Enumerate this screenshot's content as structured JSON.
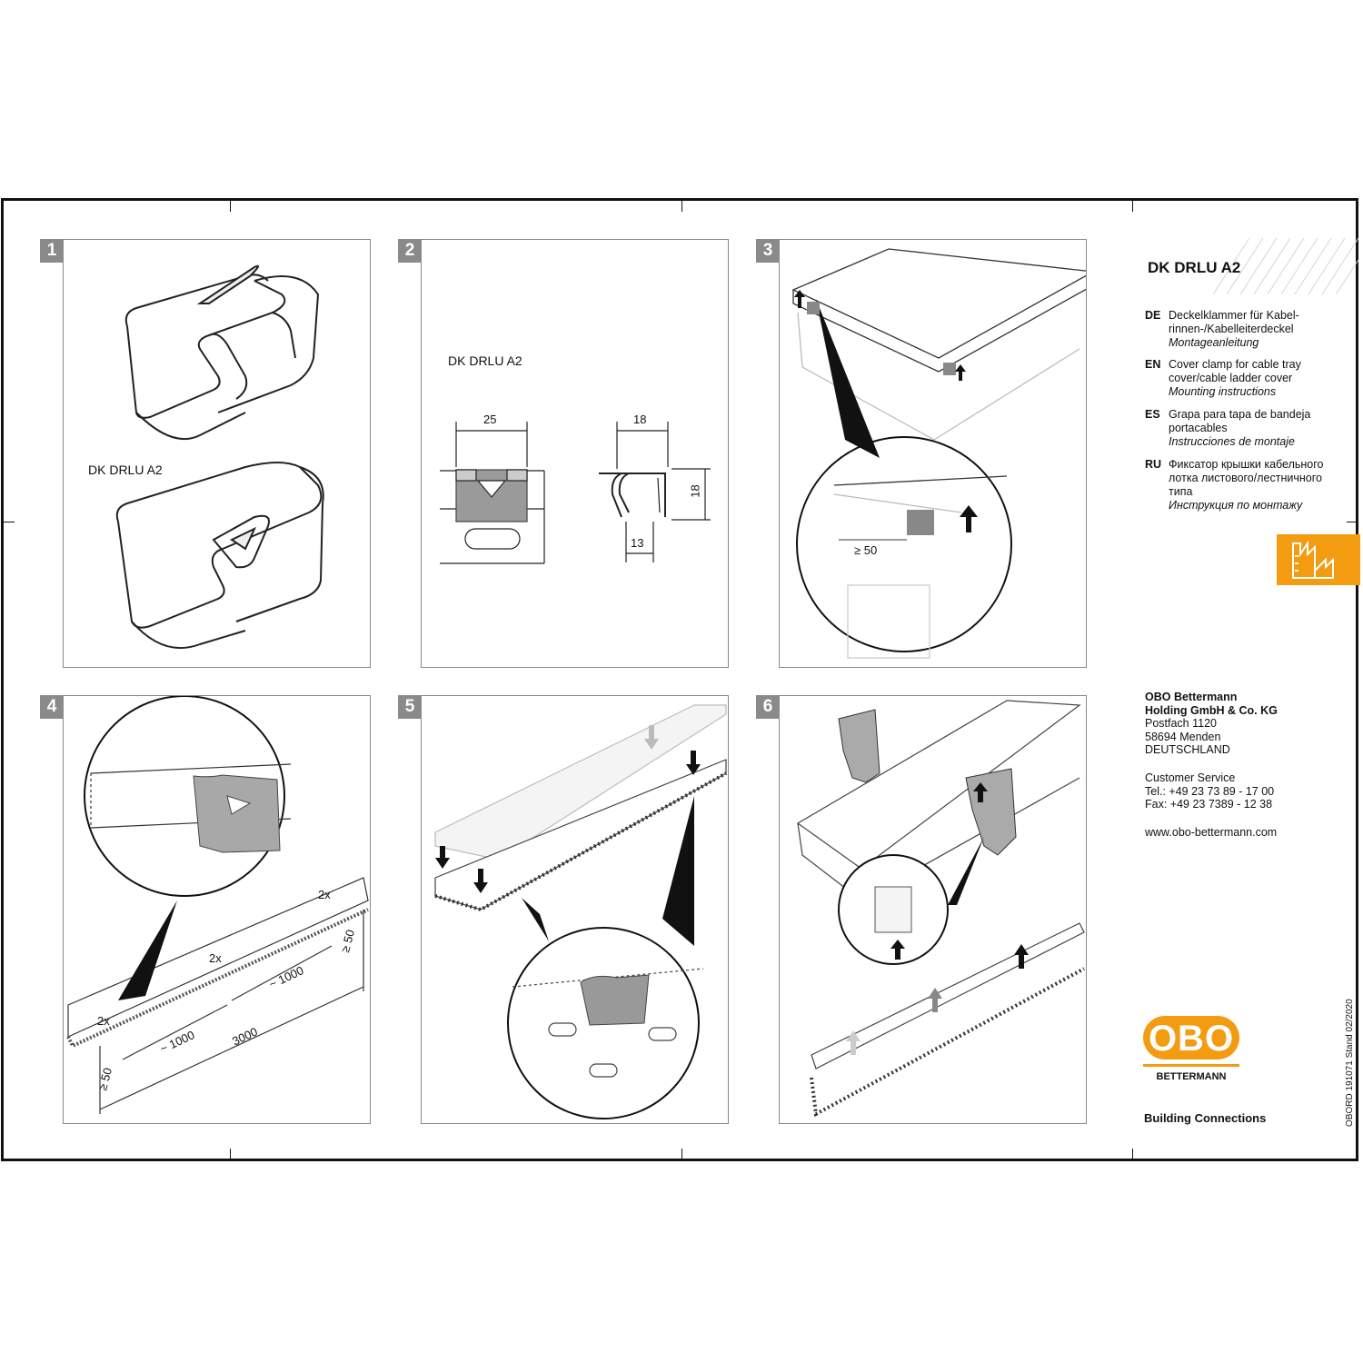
{
  "product_title": "DK DRLU A2",
  "steps": [
    {
      "number": "1",
      "label": "DK DRLU A2"
    },
    {
      "number": "2",
      "label": "DK DRLU A2",
      "dims": {
        "width": "25",
        "side_width": "18",
        "height": "18",
        "depth": "13"
      }
    },
    {
      "number": "3",
      "dim": "≥ 50"
    },
    {
      "number": "4",
      "labels": [
        "2x",
        "2x",
        "2x",
        "~ 1000",
        "~ 1000",
        "3000",
        "≥ 50",
        "≥ 50"
      ]
    },
    {
      "number": "5"
    },
    {
      "number": "6"
    }
  ],
  "languages": [
    {
      "code": "DE",
      "lines": [
        "Deckelklammer für Kabel-",
        "rinnen-/Kabelleiterdeckel"
      ],
      "subtitle": "Montageanleitung"
    },
    {
      "code": "EN",
      "lines": [
        "Cover clamp for cable tray",
        "cover/cable ladder cover"
      ],
      "subtitle": "Mounting instructions"
    },
    {
      "code": "ES",
      "lines": [
        "Grapa para tapa de bandeja",
        "portacables"
      ],
      "subtitle": "Instrucciones de montaje"
    },
    {
      "code": "RU",
      "lines": [
        "Фиксатор крышки кабельного",
        "лотка листового/лестничного",
        "типа"
      ],
      "subtitle": "Инструкция по монтажу"
    }
  ],
  "company": {
    "name_line1": "OBO Bettermann",
    "name_line2": "Holding GmbH & Co. KG",
    "po_box": "Postfach 1120",
    "city": "58694 Menden",
    "country": "DEUTSCHLAND",
    "service_label": "Customer Service",
    "tel": "Tel.: +49 23 73 89 - 17 00",
    "fax": "Fax: +49 23 7389 - 12 38",
    "web": "www.obo-bettermann.com"
  },
  "logo": {
    "text": "OBO",
    "subtext": "BETTERMANN",
    "color": "#f39c12"
  },
  "footer_tagline": "Building Connections",
  "doc_ref": "OBORD 191071 Stand 02/2020",
  "colors": {
    "accent": "#f39c12",
    "step_badge": "#8a8a8a",
    "frame": "#111111"
  },
  "icons": [
    "factory-icon",
    "arrow-up-icon",
    "arrow-down-icon"
  ]
}
